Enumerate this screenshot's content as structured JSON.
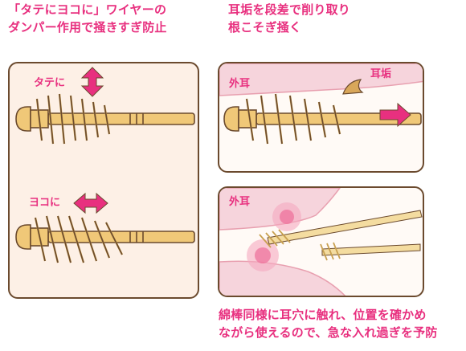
{
  "captions": {
    "left_line1": "「タテにヨコに」ワイヤーの",
    "left_line2": "ダンパー作用で掻きすぎ防止",
    "right_line1": "耳垢を段差で削り取り",
    "right_line2": "根こそぎ掻く",
    "bottom_line1": "綿棒同様に耳穴に触れ、位置を確かめ",
    "bottom_line2": "ながら使えるので、急な入れ過ぎを予防"
  },
  "labels": {
    "vertical": "タテに",
    "horizontal": "ヨコに",
    "outer_ear_top": "外耳",
    "earwax": "耳垢",
    "outer_ear_bottom": "外耳"
  },
  "colors": {
    "accent": "#e8307f",
    "border": "#6b4a2e",
    "panel_bg": "#fdf0e6",
    "stick": "#f0c878",
    "ear_pink": "#f6d4dc"
  }
}
